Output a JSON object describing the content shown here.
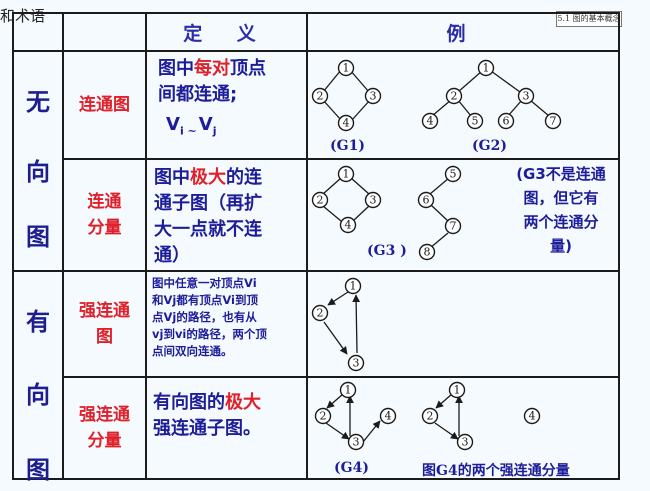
{
  "header_left": "和术语",
  "slide_badge": "5.1 图的基本概念",
  "columns": {
    "def": "定 义",
    "example": "例"
  },
  "categories": {
    "undirected": [
      "无",
      "向",
      "图"
    ],
    "directed": [
      "有",
      "向",
      "图"
    ]
  },
  "rows": {
    "connected_graph": {
      "term": "连通图",
      "def_parts": [
        "图中",
        "每对",
        "顶点",
        "间都连通;"
      ],
      "formula_v": "V",
      "formula_i": "i ~",
      "formula_j": "j",
      "captions": [
        "(G1)",
        "(G2)"
      ]
    },
    "connected_component": {
      "term": [
        "连通",
        "分量"
      ],
      "def_parts": [
        "图中",
        "极大",
        "的连",
        "通子图（再扩",
        "大一点就不连",
        "通）"
      ],
      "caption": "(G3 )",
      "note": [
        "(G3不是连通",
        "图，但它有",
        "两个连通分",
        "量)"
      ]
    },
    "strong_connected_graph": {
      "term": [
        "强连通",
        "图"
      ],
      "def": [
        "图中任意一对顶点Vi",
        "和Vj都有顶点Vi到顶",
        "点Vj的路径，也有从",
        "vj到vi的路径，两个顶",
        "点间双向连通。"
      ]
    },
    "strong_component": {
      "term": [
        "强连通",
        "分量"
      ],
      "def_parts": [
        "有向图的",
        "极大",
        "强连通子图。"
      ],
      "captions": [
        "(G4)",
        "图G4的两个强连通分量"
      ]
    }
  },
  "node_labels": [
    "1",
    "2",
    "3",
    "4",
    "5",
    "6",
    "7",
    "8"
  ],
  "colors": {
    "accent_red": "#e0202a",
    "text_blue": "#1d1d9a",
    "line": "#1b1b1b"
  }
}
